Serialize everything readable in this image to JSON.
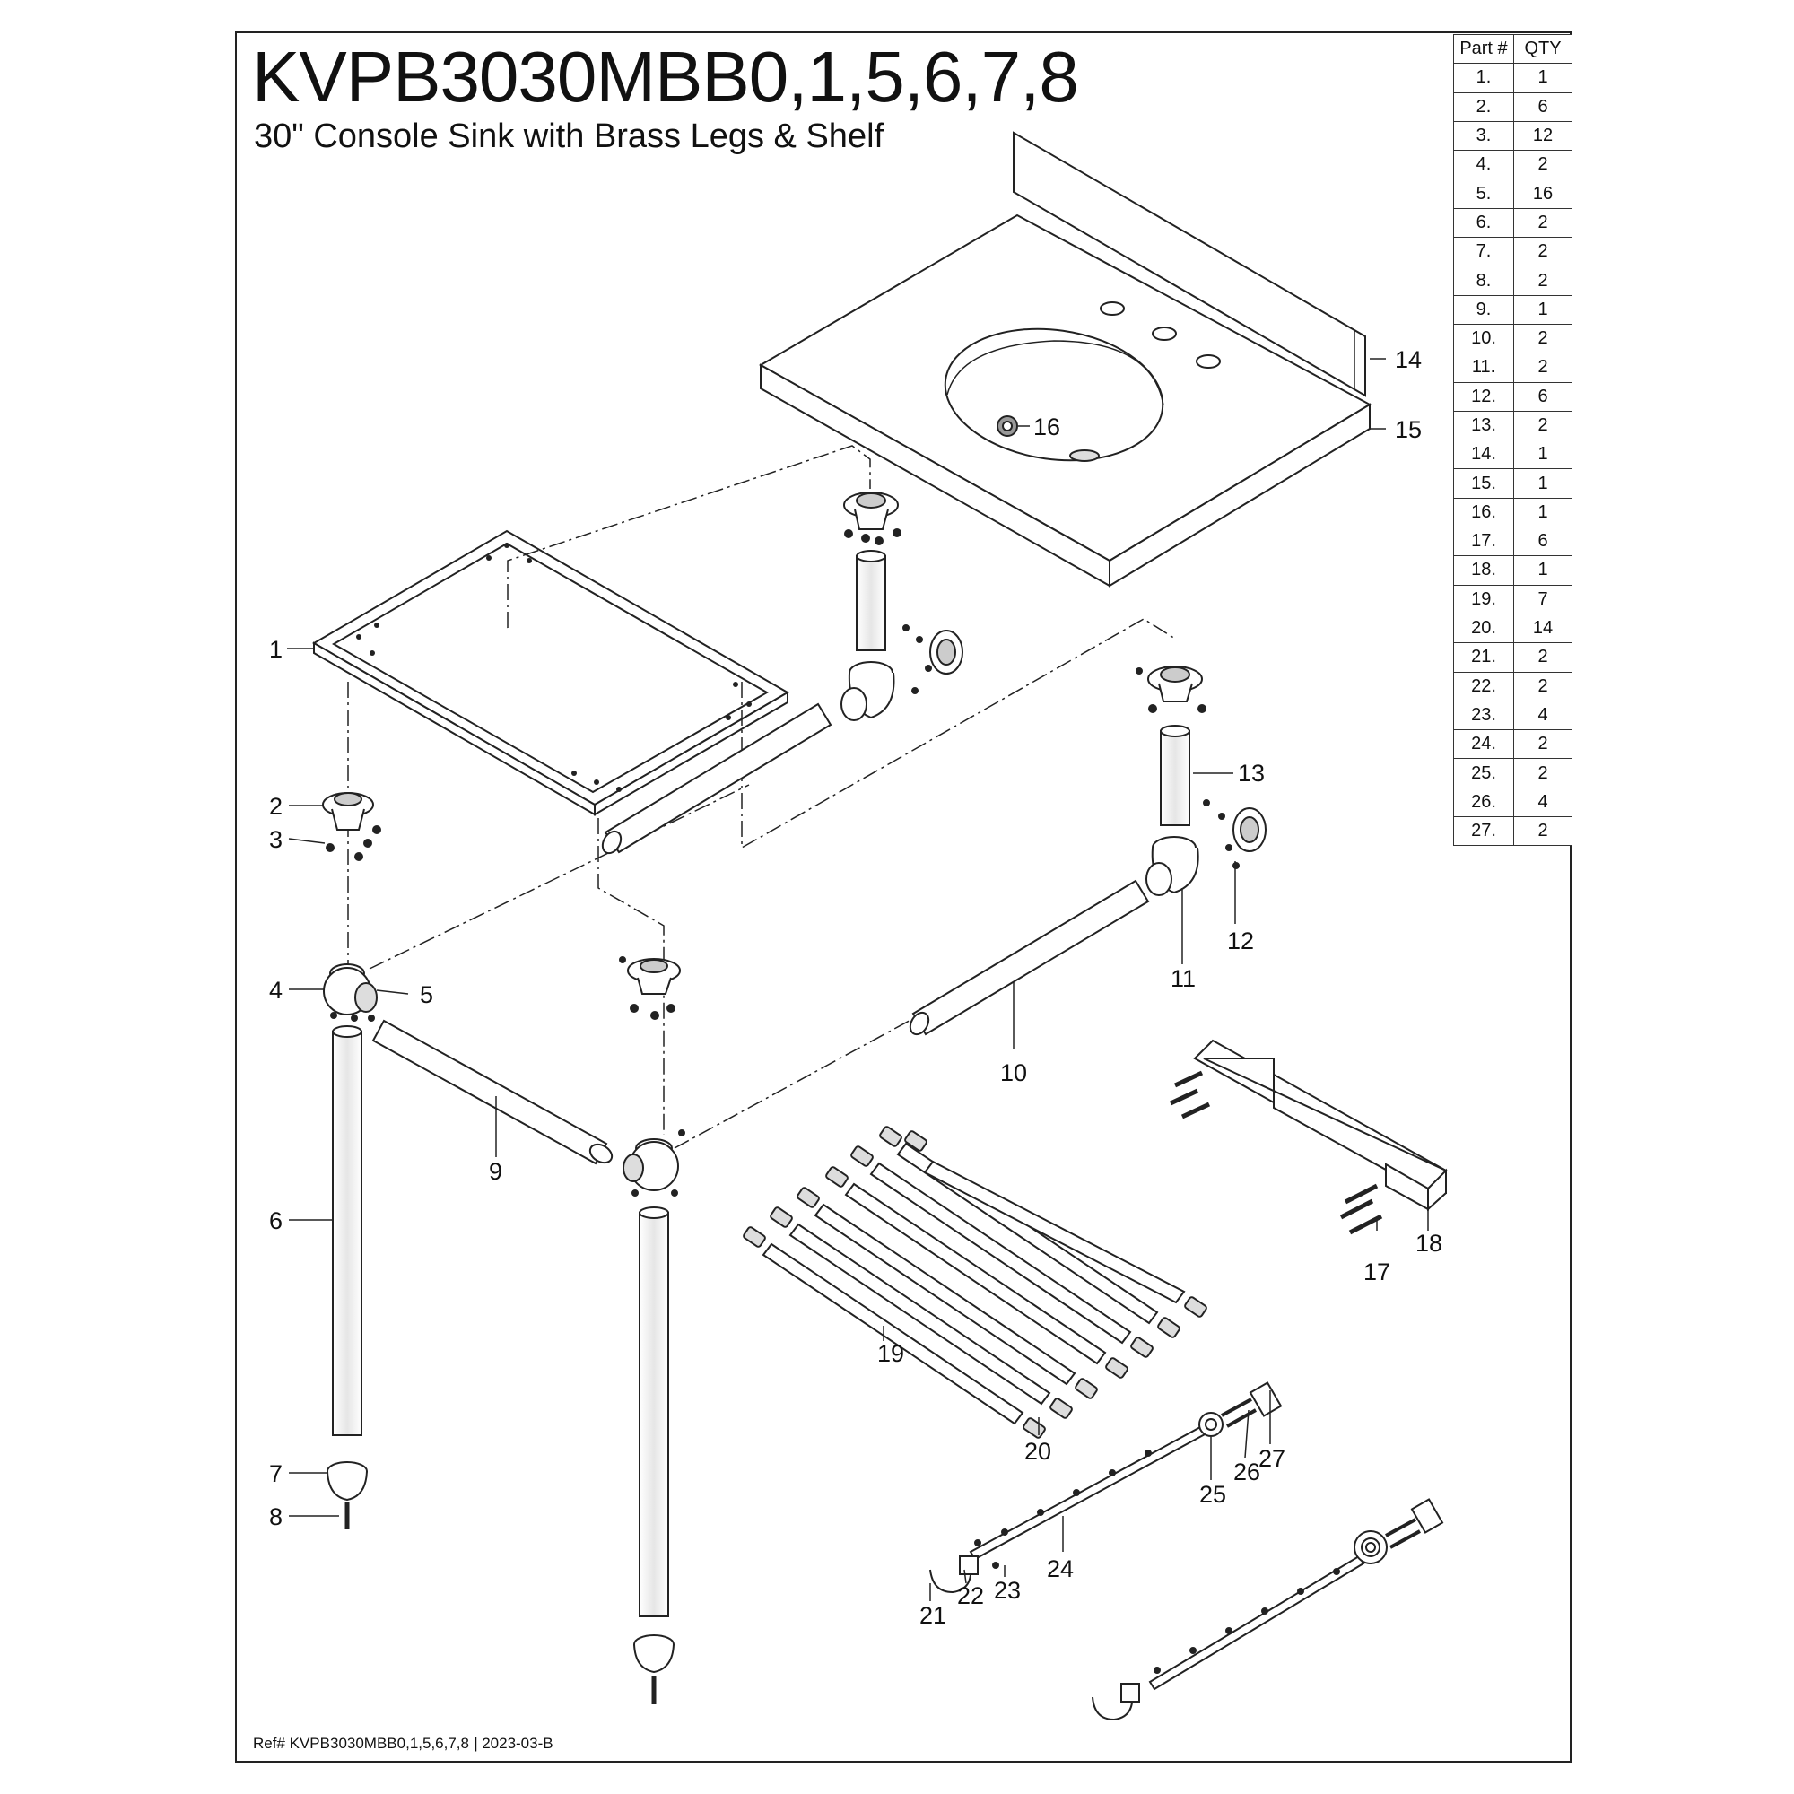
{
  "header": {
    "title": "KVPB3030MBB0,1,5,6,7,8",
    "subtitle": "30\" Console Sink with Brass Legs & Shelf"
  },
  "footer": {
    "ref_prefix": "Ref# KVPB3030MBB0,1,5,6,7,8 ",
    "separator": "|",
    "ref_code": " 2023-03-B"
  },
  "parts_table": {
    "col_part": "Part #",
    "col_qty": "QTY",
    "rows": [
      {
        "part": "1.",
        "qty": "1"
      },
      {
        "part": "2.",
        "qty": "6"
      },
      {
        "part": "3.",
        "qty": "12"
      },
      {
        "part": "4.",
        "qty": "2"
      },
      {
        "part": "5.",
        "qty": "16"
      },
      {
        "part": "6.",
        "qty": "2"
      },
      {
        "part": "7.",
        "qty": "2"
      },
      {
        "part": "8.",
        "qty": "2"
      },
      {
        "part": "9.",
        "qty": "1"
      },
      {
        "part": "10.",
        "qty": "2"
      },
      {
        "part": "11.",
        "qty": "2"
      },
      {
        "part": "12.",
        "qty": "6"
      },
      {
        "part": "13.",
        "qty": "2"
      },
      {
        "part": "14.",
        "qty": "1"
      },
      {
        "part": "15.",
        "qty": "1"
      },
      {
        "part": "16.",
        "qty": "1"
      },
      {
        "part": "17.",
        "qty": "6"
      },
      {
        "part": "18.",
        "qty": "1"
      },
      {
        "part": "19.",
        "qty": "7"
      },
      {
        "part": "20.",
        "qty": "14"
      },
      {
        "part": "21.",
        "qty": "2"
      },
      {
        "part": "22.",
        "qty": "2"
      },
      {
        "part": "23.",
        "qty": "4"
      },
      {
        "part": "24.",
        "qty": "2"
      },
      {
        "part": "25.",
        "qty": "2"
      },
      {
        "part": "26.",
        "qty": "4"
      },
      {
        "part": "27.",
        "qty": "2"
      }
    ]
  },
  "callouts": {
    "c1": "1",
    "c2": "2",
    "c3": "3",
    "c4": "4",
    "c5": "5",
    "c6": "6",
    "c7": "7",
    "c8": "8",
    "c9": "9",
    "c10": "10",
    "c11": "11",
    "c12": "12",
    "c13": "13",
    "c14": "14",
    "c15": "15",
    "c16": "16",
    "c17": "17",
    "c18": "18",
    "c19": "19",
    "c20": "20",
    "c21": "21",
    "c22": "22",
    "c23": "23",
    "c24": "24",
    "c25": "25",
    "c26": "26",
    "c27": "27"
  }
}
